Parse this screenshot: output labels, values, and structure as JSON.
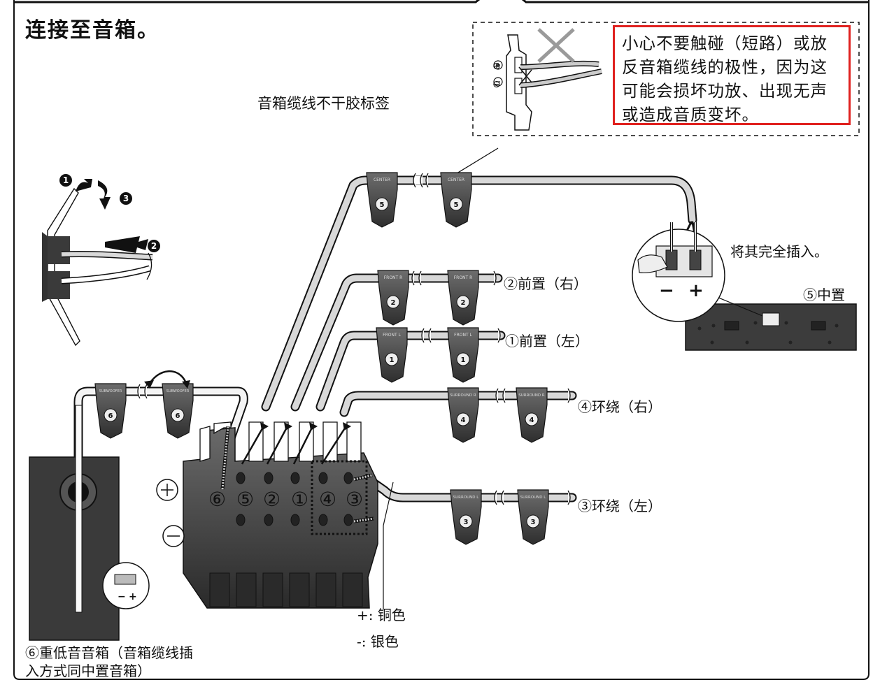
{
  "title": "连接至音箱。",
  "caution_text": "小心不要触碰（短路）或放反音箱缆线的极性，因为这可能会损坏功放、出现无声或造成音质变坏。",
  "label_sticker": "音箱缆线不干胶标签",
  "insert_fully": "将其完全插入。",
  "center_speaker": "⑤中置",
  "front_r": "②前置（右）",
  "front_l": "①前置（左）",
  "surround_r": "④环绕（右）",
  "surround_l": "③环绕（左）",
  "plus_copper": "+:  铜色",
  "minus_silver": "-:  银色",
  "subwoofer_line1": "⑥重低音音箱（音箱缆线插",
  "subwoofer_line2": "入方式同中置音箱）",
  "terminal_numbers": [
    "⑥",
    "⑤",
    "②",
    "①",
    "④",
    "③"
  ],
  "plus_sign": "⊕",
  "minus_sign": "⊖",
  "tag_texts": {
    "center": "CENTER",
    "front_r": "FRONT R",
    "front_l": "FRONT L",
    "surround_r": "SURROUND R",
    "surround_l": "SURROUND L",
    "subwoofer": "SUBWOOFER"
  },
  "tag_numbers": {
    "center": "5",
    "front_r": "2",
    "front_l": "1",
    "surround_r": "4",
    "surround_l": "3",
    "subwoofer": "6"
  },
  "step_numbers": [
    "1",
    "2",
    "3"
  ],
  "polarity_minus": "−",
  "polarity_plus": "+",
  "colors": {
    "caution_border": "#e0211f",
    "outline": "#111111",
    "metal": "#3a3a3a"
  }
}
